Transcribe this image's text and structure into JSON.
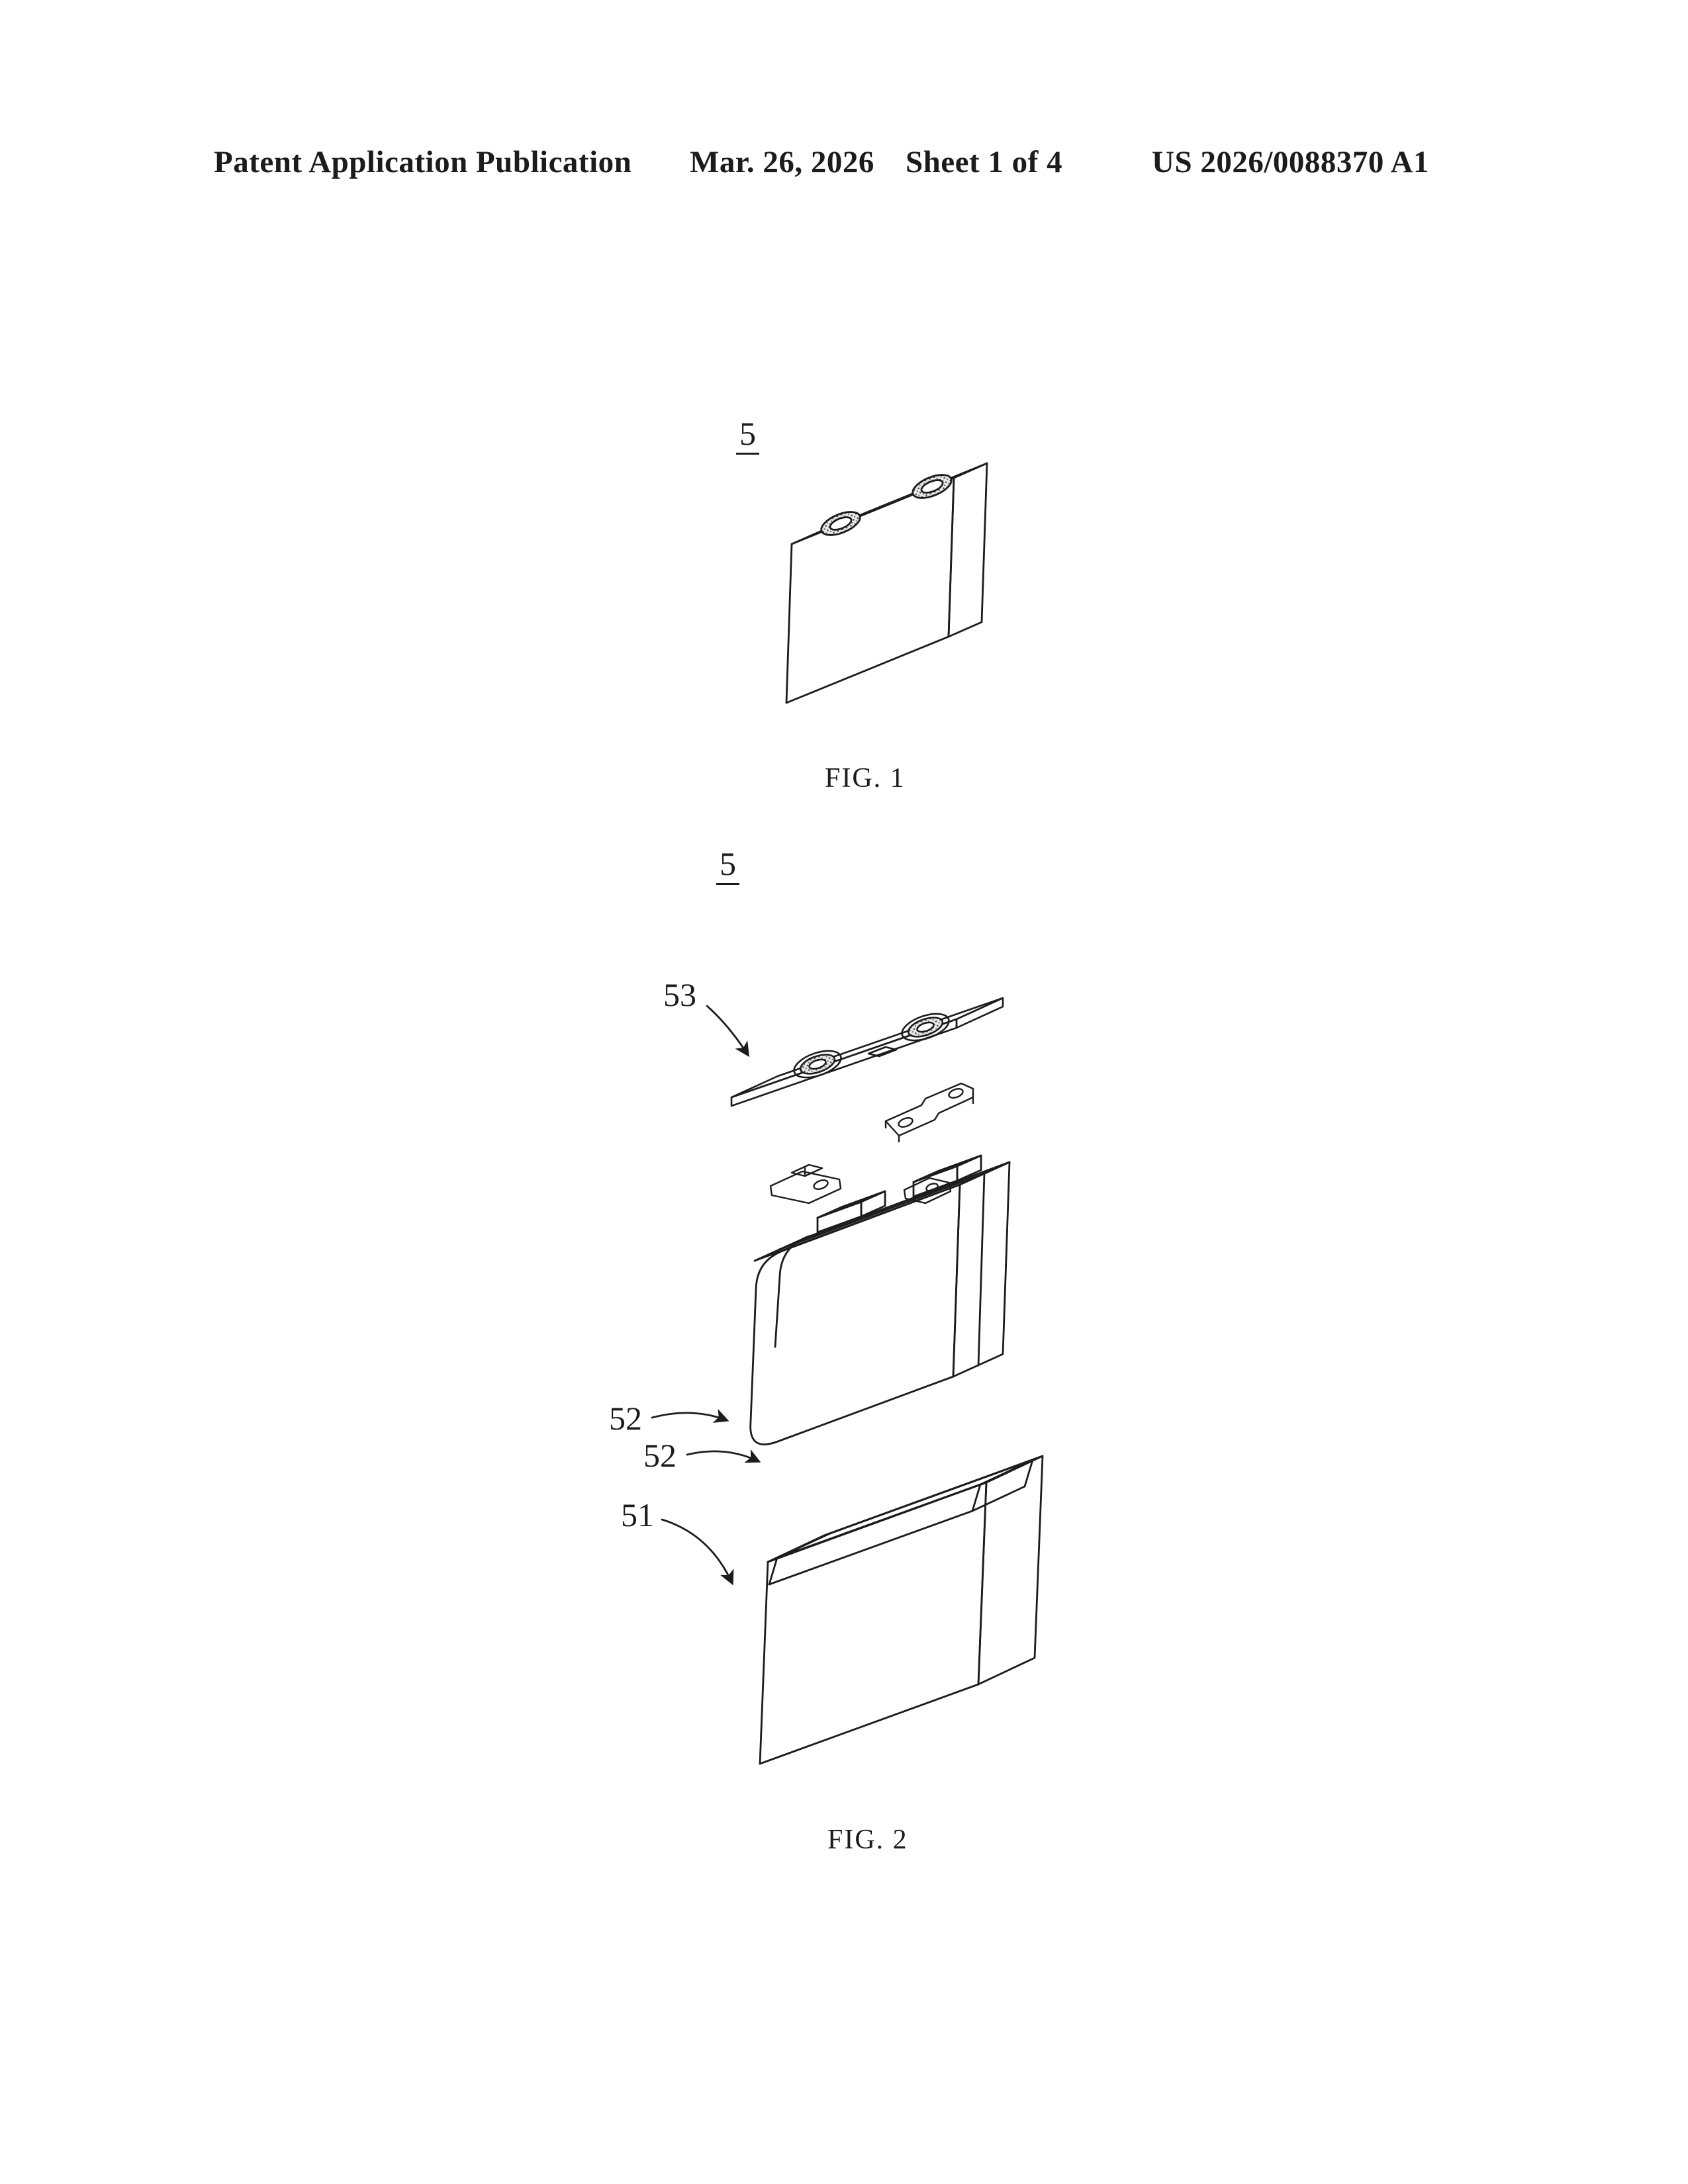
{
  "page": {
    "background": "#ffffff",
    "ink": "#1c1c1c"
  },
  "header": {
    "publication": "Patent Application Publication",
    "date": "Mar. 26, 2026",
    "sheet": "Sheet 1 of 4",
    "document_number": "US 2026/0088370 A1"
  },
  "figure1": {
    "caption": "FIG. 1",
    "labels": {
      "assembly": "5"
    }
  },
  "figure2": {
    "caption": "FIG. 2",
    "labels": {
      "assembly": "5",
      "top_cover": "53",
      "cell_a": "52",
      "cell_b": "52",
      "case": "51"
    }
  }
}
